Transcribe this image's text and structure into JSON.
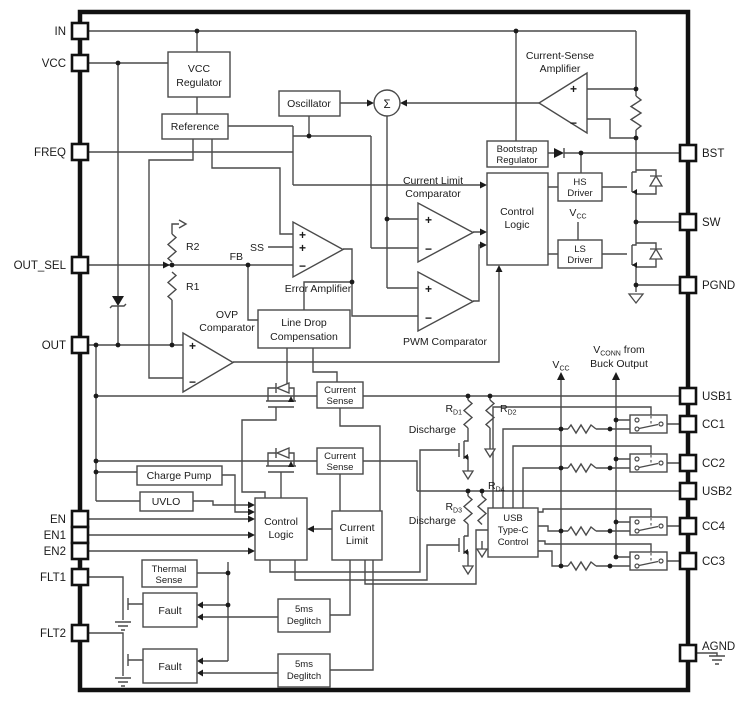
{
  "pins": {
    "left": [
      {
        "label": "IN"
      },
      {
        "label": "VCC"
      },
      {
        "label": "FREQ"
      },
      {
        "label": "OUT_SEL"
      },
      {
        "label": "OUT"
      },
      {
        "label": "EN"
      },
      {
        "label": "EN1"
      },
      {
        "label": "EN2"
      },
      {
        "label": "FLT1"
      },
      {
        "label": "FLT2"
      }
    ],
    "right": [
      {
        "label": "BST"
      },
      {
        "label": "SW"
      },
      {
        "label": "PGND"
      },
      {
        "label": "USB1"
      },
      {
        "label": "CC1"
      },
      {
        "label": "CC2"
      },
      {
        "label": "USB2"
      },
      {
        "label": "CC4"
      },
      {
        "label": "CC3"
      },
      {
        "label": "AGND"
      }
    ]
  },
  "blocks": {
    "vcc_regulator": [
      "VCC",
      "Regulator"
    ],
    "reference": [
      "Reference"
    ],
    "oscillator": [
      "Oscillator"
    ],
    "sigma": "Σ",
    "current_sense_amplifier": [
      "Current-Sense",
      "Amplifier"
    ],
    "bootstrap_regulator": [
      "Bootstrap",
      "Regulator"
    ],
    "hs_driver": [
      "HS",
      "Driver"
    ],
    "ls_driver": [
      "LS",
      "Driver"
    ],
    "control_logic_top": [
      "Control",
      "Logic"
    ],
    "current_limit_comparator": [
      "Current Limit",
      "Comparator"
    ],
    "pwm_comparator": "PWM Comparator",
    "error_amplifier": "Error Amplifier",
    "ovp_comparator": [
      "OVP",
      "Comparator"
    ],
    "line_drop_compensation": [
      "Line Drop",
      "Compensation"
    ],
    "current_sense": [
      "Current",
      "Sense"
    ],
    "charge_pump": "Charge Pump",
    "uvlo": "UVLO",
    "control_logic_bottom": [
      "Control",
      "Logic"
    ],
    "current_limit": [
      "Current",
      "Limit"
    ],
    "thermal_sense": [
      "Thermal",
      "Sense"
    ],
    "fault": "Fault",
    "deglitch": [
      "5ms",
      "Deglitch"
    ],
    "usb_typec_control": [
      "USB",
      "Type-C",
      "Control"
    ]
  },
  "labels": {
    "ss": "SS",
    "fb": "FB",
    "r2": "R2",
    "r1": "R1",
    "discharge": "Discharge",
    "rd1": {
      "base": "R",
      "sub": "D1"
    },
    "rd2": {
      "base": "R",
      "sub": "D2"
    },
    "rd3": {
      "base": "R",
      "sub": "D3"
    },
    "rd4": {
      "base": "R",
      "sub": "D4"
    },
    "vcc": {
      "base": "V",
      "sub": "CC"
    },
    "vconn": {
      "base": "V",
      "sub": "CONN",
      "rest": " from",
      "line2": "Buck Output"
    },
    "plus": "+",
    "minus": "−"
  },
  "colors": {
    "wire": "#4a4a4a",
    "outline": "#111111",
    "text": "#1b1b1b",
    "background": "#ffffff"
  }
}
